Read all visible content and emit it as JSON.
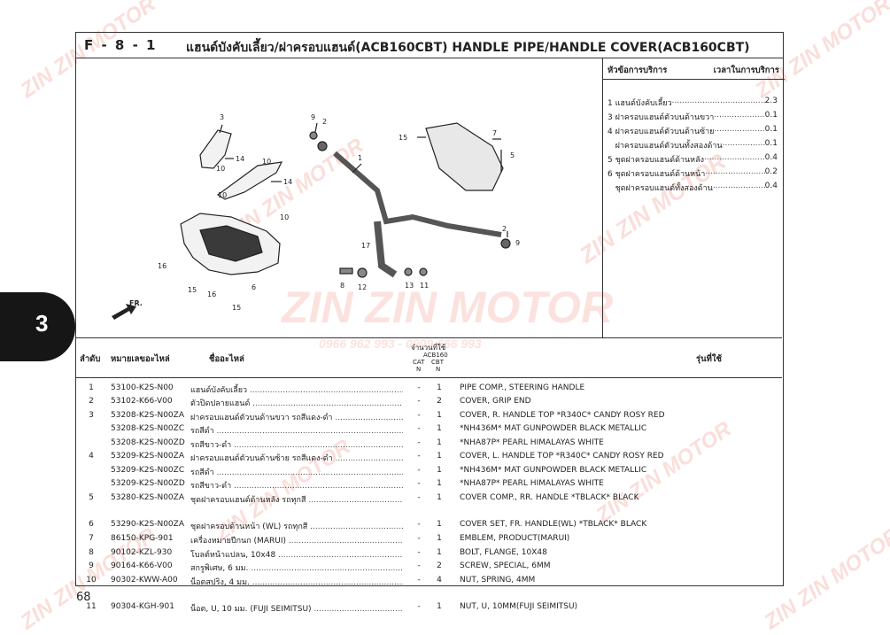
{
  "header": {
    "code": "F - 8 - 1",
    "title": "แฮนด์บังคับเลี้ยว/ฝาครอบแฮนด์(ACB160CBT)  HANDLE PIPE/HANDLE COVER(ACB160CBT)"
  },
  "service": {
    "col_topic": "หัวข้อการบริการ",
    "col_time": "เวลาในการบริการ",
    "items": [
      {
        "label": "1 แฮนด์บังคับเลี้ยว",
        "value": "2.3"
      },
      {
        "label": "3 ฝาครอบแฮนด์ตัวบนด้านขวา",
        "value": "0.1"
      },
      {
        "label": "4 ฝาครอบแฮนด์ตัวบนด้านซ้าย",
        "value": "0.1"
      },
      {
        "label": "   ฝาครอบแฮนด์ตัวบนทั้งสองด้าน",
        "value": "0.1"
      },
      {
        "label": "5 ชุดฝาครอบแฮนด์ด้านหลัง",
        "value": "0.4"
      },
      {
        "label": "6 ชุดฝาครอบแฮนด์ด้านหน้า",
        "value": "0.2"
      },
      {
        "label": "   ชุดฝาครอบแฮนด์ทั้งสองด้าน",
        "value": "0.4"
      }
    ]
  },
  "table": {
    "h_no": "ลำดับ",
    "h_pn": "หมายเลขอะไหล่",
    "h_name": "ชื่ออะไหล่",
    "h_qty": "จำนวนที่ใช้",
    "h_model": "ACB160",
    "h_cat": "CAT",
    "h_cbt": "CBT",
    "h_n1": "N",
    "h_n2": "N",
    "h_usage": "รุ่นที่ใช้",
    "rows": [
      {
        "no": "1",
        "pn": "53100-K2S-N00",
        "th": "แฮนด์บังคับเลี้ยว",
        "cat": "-",
        "cbt": "1",
        "en": "PIPE COMP., STEERING HANDLE"
      },
      {
        "no": "2",
        "pn": "53102-K66-V00",
        "th": "ตัวปิดปลายแฮนด์",
        "cat": "-",
        "cbt": "2",
        "en": "COVER, GRIP END"
      },
      {
        "no": "3",
        "pn": "53208-K2S-N00ZA",
        "th": "ฝาครอบแฮนด์ตัวบนด้านขวา รถสีแดง-ดำ",
        "cat": "-",
        "cbt": "1",
        "en": "COVER, R. HANDLE TOP *R340C* CANDY ROSY RED"
      },
      {
        "no": "",
        "pn": "53208-K2S-N00ZC",
        "th": "รถสีดำ",
        "cat": "-",
        "cbt": "1",
        "en": "*NH436M* MAT GUNPOWDER BLACK METALLIC"
      },
      {
        "no": "",
        "pn": "53208-K2S-N00ZD",
        "th": "รถสีขาว-ดำ",
        "cat": "-",
        "cbt": "1",
        "en": "*NHA87P* PEARL HIMALAYAS WHITE"
      },
      {
        "no": "4",
        "pn": "53209-K2S-N00ZA",
        "th": "ฝาครอบแฮนด์ตัวบนด้านซ้าย รถสีแดง-ดำ",
        "cat": "-",
        "cbt": "1",
        "en": "COVER, L. HANDLE TOP *R340C* CANDY ROSY RED"
      },
      {
        "no": "",
        "pn": "53209-K2S-N00ZC",
        "th": "รถสีดำ",
        "cat": "-",
        "cbt": "1",
        "en": "*NH436M* MAT GUNPOWDER BLACK METALLIC"
      },
      {
        "no": "",
        "pn": "53209-K2S-N00ZD",
        "th": "รถสีขาว-ดำ",
        "cat": "-",
        "cbt": "1",
        "en": "*NHA87P* PEARL HIMALAYAS WHITE"
      },
      {
        "no": "5",
        "pn": "53280-K2S-N00ZA",
        "th": "ชุดฝาครอบแฮนด์ด้านหลัง รถทุกสี",
        "cat": "-",
        "cbt": "1",
        "en": "COVER COMP., RR. HANDLE *TBLACK* BLACK"
      },
      {
        "no": "6",
        "pn": "53290-K2S-N00ZA",
        "th": "ชุดฝาครอบด้านหน้า (WL) รถทุกสี",
        "cat": "-",
        "cbt": "1",
        "en": "COVER SET, FR. HANDLE(WL) *TBLACK* BLACK"
      },
      {
        "no": "7",
        "pn": "86150-KPG-901",
        "th": "เครื่องหมายปีกนก (MARUI)",
        "cat": "-",
        "cbt": "1",
        "en": "EMBLEM, PRODUCT(MARUI)"
      },
      {
        "no": "8",
        "pn": "90102-KZL-930",
        "th": "โบลต์หน้าแปลน, 10x48",
        "cat": "-",
        "cbt": "1",
        "en": "BOLT, FLANGE, 10X48"
      },
      {
        "no": "9",
        "pn": "90164-K66-V00",
        "th": "สกรูพิเศษ, 6 มม.",
        "cat": "-",
        "cbt": "2",
        "en": "SCREW, SPECIAL, 6MM"
      },
      {
        "no": "10",
        "pn": "90302-KWW-A00",
        "th": "น็อตสปริง, 4 มม.",
        "cat": "-",
        "cbt": "4",
        "en": "NUT, SPRING, 4MM"
      },
      {
        "no": "11",
        "pn": "90304-KGH-901",
        "th": "น็อต, U, 10 มม. (FUJI SEIMITSU)",
        "cat": "-",
        "cbt": "1",
        "en": "NUT, U, 10MM(FUJI SEIMITSU)"
      }
    ]
  },
  "diagram": {
    "fr_label": "FR.",
    "callouts": [
      "3",
      "14",
      "10",
      "10",
      "14",
      "10",
      "16",
      "15",
      "16",
      "15",
      "6",
      "9",
      "2",
      "1",
      "15",
      "7",
      "5",
      "17",
      "8",
      "12",
      "13",
      "11",
      "2",
      "9",
      "10"
    ]
  },
  "section_tab": "3",
  "page_number": "68",
  "watermark": {
    "brand": "ZIN ZIN MOTOR",
    "phone": "0966 962 993 - 0909 666 993"
  }
}
